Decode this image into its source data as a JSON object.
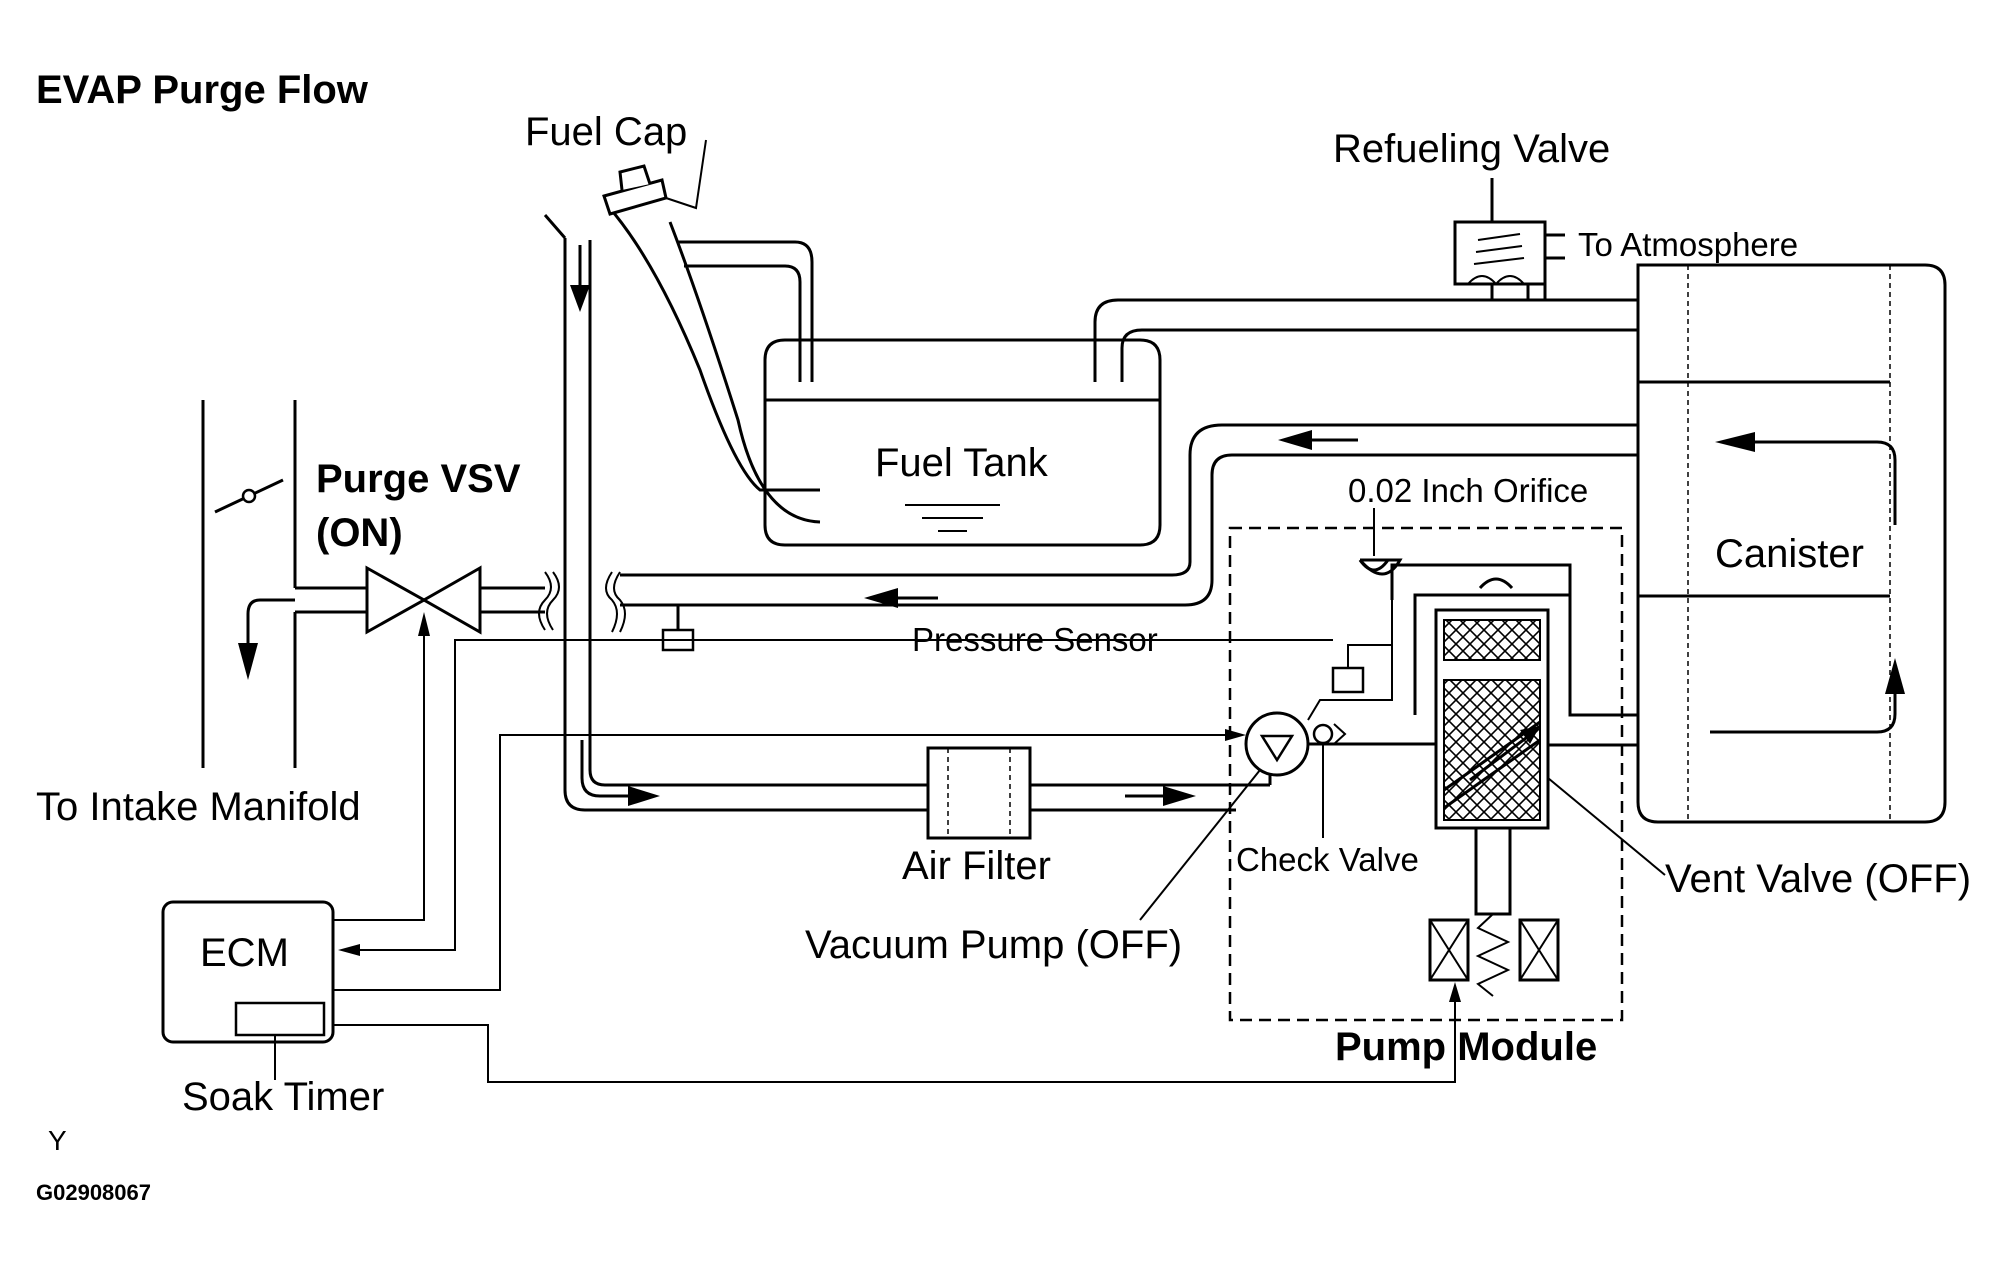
{
  "title": "EVAP Purge Flow",
  "labels": {
    "fuel_cap": "Fuel Cap",
    "refueling_valve": "Refueling Valve",
    "to_atmosphere": "To Atmosphere",
    "fuel_tank": "Fuel Tank",
    "purge_vsv_line1": "Purge VSV",
    "purge_vsv_line2": "(ON)",
    "orifice": "0.02 Inch Orifice",
    "canister": "Canister",
    "pressure_sensor": "Pressure Sensor",
    "to_intake_manifold": "To Intake Manifold",
    "air_filter": "Air Filter",
    "check_valve": "Check Valve",
    "vent_valve": "Vent Valve (OFF)",
    "vacuum_pump": "Vacuum Pump (OFF)",
    "ecm": "ECM",
    "pump_module": "Pump Module",
    "soak_timer": "Soak Timer"
  },
  "footer": {
    "mark": "Y",
    "figure_code": "G02908067"
  }
}
